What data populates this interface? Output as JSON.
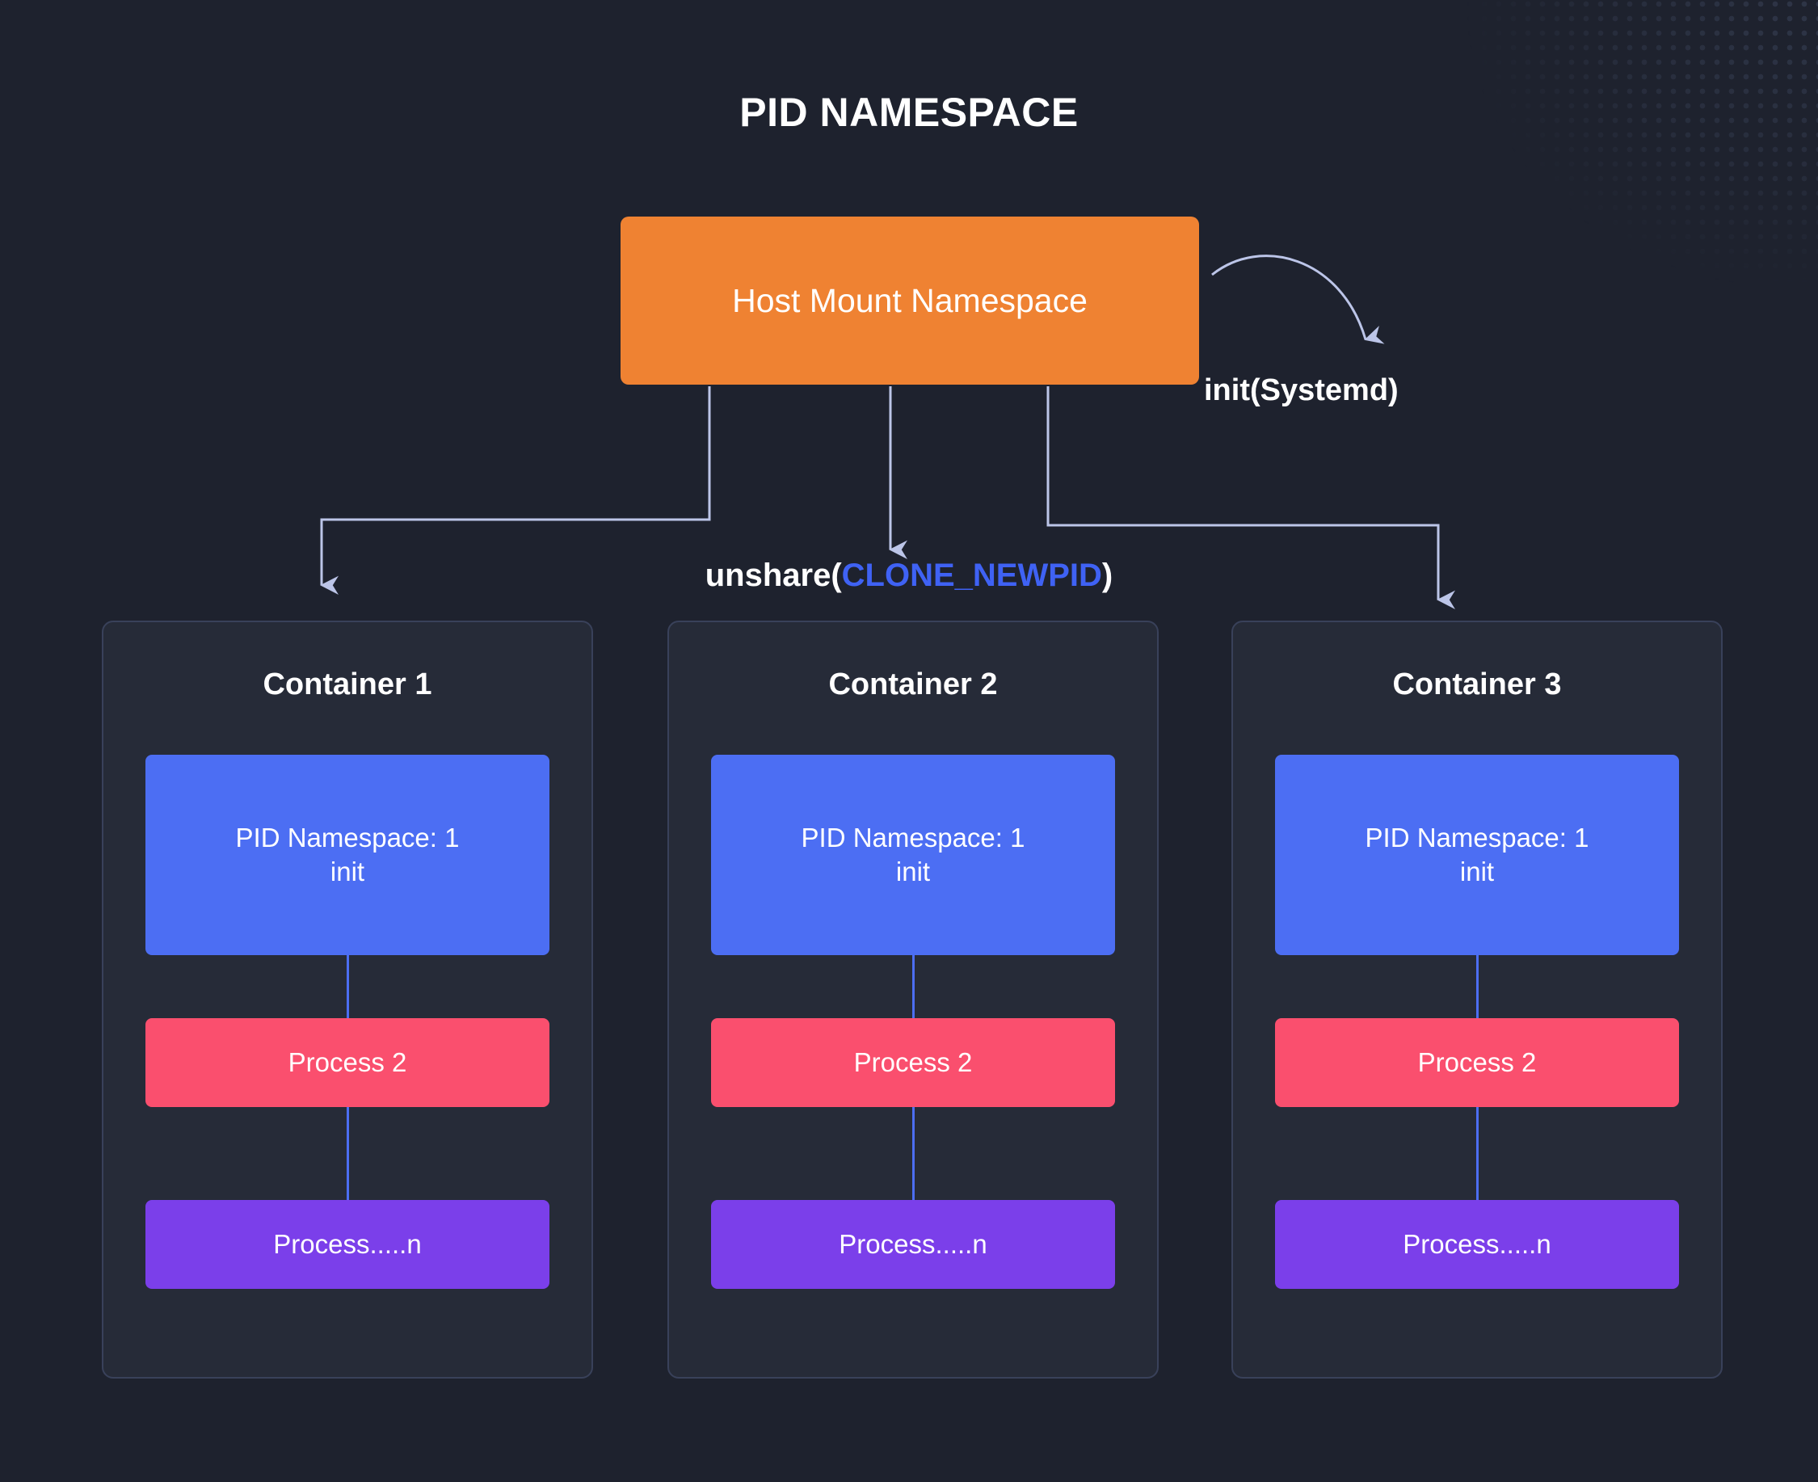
{
  "diagram": {
    "title": "PID NAMESPACE",
    "host": {
      "label": "Host Mount Namespace"
    },
    "init_label": "init(Systemd)",
    "syscall": {
      "prefix": "unshare(",
      "flag": "CLONE_NEWPID",
      "suffix": ")"
    },
    "containers": [
      {
        "title": "Container 1",
        "pid_namespace": "PID Namespace: 1",
        "pid_role": "init",
        "process_2": "Process 2",
        "process_n": "Process.....n"
      },
      {
        "title": "Container 2",
        "pid_namespace": "PID Namespace: 1",
        "pid_role": "init",
        "process_2": "Process 2",
        "process_n": "Process.....n"
      },
      {
        "title": "Container 3",
        "pid_namespace": "PID Namespace: 1",
        "pid_role": "init",
        "process_2": "Process 2",
        "process_n": "Process.....n"
      }
    ],
    "colors": {
      "background": "#1e222e",
      "panel": "#262b38",
      "panel_border": "#39415a",
      "host_box": "#ef8232",
      "pid_box": "#4c6ef3",
      "process_2_box": "#fa4f6e",
      "process_n_box": "#7b3fea",
      "connector": "#bcc5e8",
      "flag_text": "#3f62f4",
      "text": "#ffffff"
    }
  }
}
